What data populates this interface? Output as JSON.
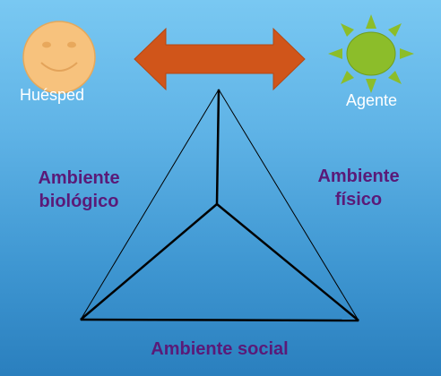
{
  "host": {
    "label": "Huésped",
    "icon": "smiley-face-icon",
    "color": "#f7c27d"
  },
  "agent": {
    "label": "Agente",
    "icon": "sun-icon",
    "color": "#8cbd2a"
  },
  "arrow": {
    "icon": "double-arrow-icon",
    "color": "#d0551a"
  },
  "environments": {
    "biological": [
      "Ambiente",
      "biológico"
    ],
    "physical": [
      "Ambiente",
      "físico"
    ],
    "social": "Ambiente social"
  },
  "colors": {
    "background_top": "#79c8f2",
    "background_bottom": "#2a7fbe",
    "label_purple": "#5a1a78",
    "white": "#ffffff"
  }
}
